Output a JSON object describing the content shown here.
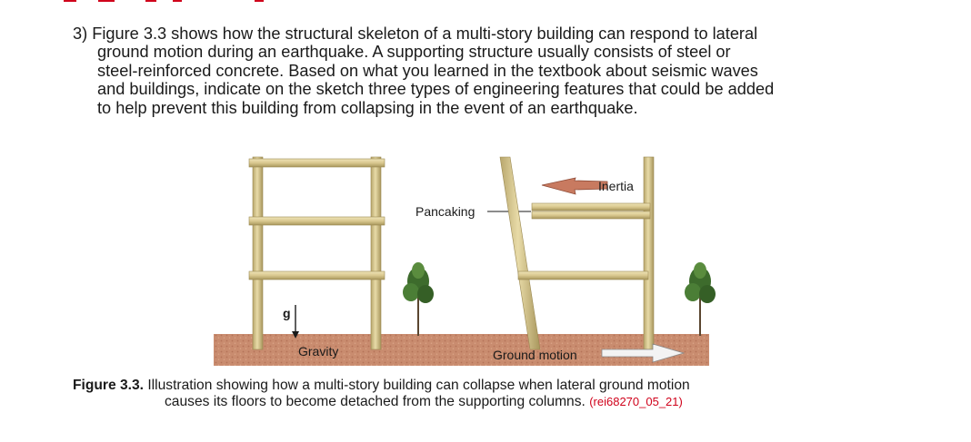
{
  "question": {
    "number": "3)",
    "lines": [
      "Figure 3.3 shows how the structural skeleton of a multi-story building can respond to lateral",
      "ground motion during an earthquake.  A supporting structure usually consists of steel or",
      "steel-reinforced concrete.  Based on what you learned in the textbook about seismic waves",
      "and buildings, indicate on the sketch three types of engineering features that could be added",
      "to help prevent this building from collapsing in the event of an earthquake."
    ]
  },
  "figure": {
    "labels": {
      "inertia": "Inertia",
      "pancaking": "Pancaking",
      "gravity_symbol": "g",
      "gravity": "Gravity",
      "ground_motion": "Ground motion"
    },
    "colors": {
      "column": "#d9c88f",
      "column_edge": "#a8965c",
      "ground": "#c98c6f",
      "ground_dark": "#b47358",
      "arrow_inertia": "#c87a60",
      "arrow_ground": "#f3f3f3",
      "tree": "#3d6b2c"
    }
  },
  "caption": {
    "label": "Figure 3.3.",
    "line1": " Illustration showing how a multi-story building can collapse when lateral ground motion",
    "line2": "causes its floors to become detached from the supporting columns. ",
    "ref": "(rei68270_05_21)"
  }
}
